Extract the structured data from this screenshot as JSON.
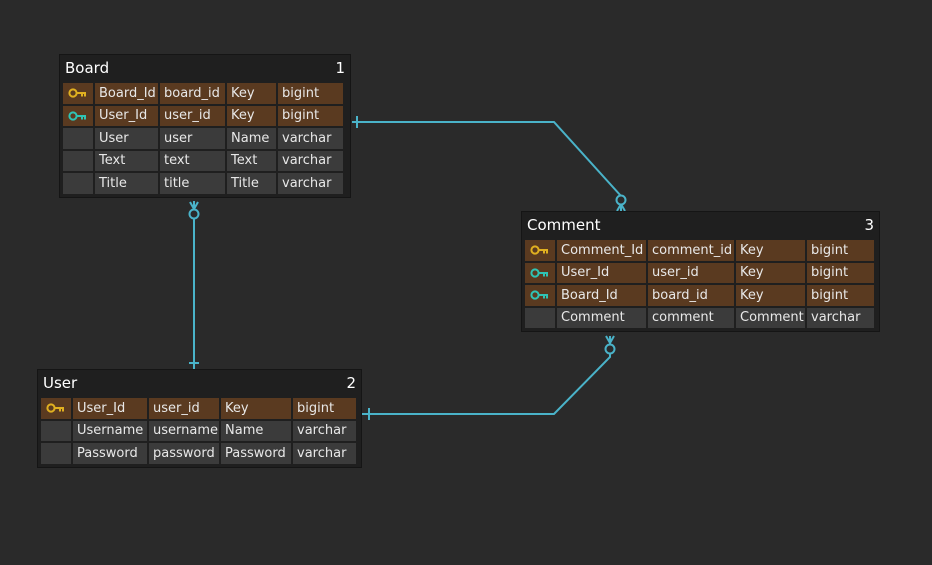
{
  "colors": {
    "background": "#2a2a2a",
    "link": "#4ab3c9",
    "primary_key": "#e0b020",
    "foreign_key": "#2fc4b5",
    "key_row": "#5a3a20",
    "normal_row": "#3b3b3b"
  },
  "entities": [
    {
      "id": "board",
      "name": "Board",
      "number": "1",
      "rows": [
        {
          "key": "primary",
          "icon": "key-icon",
          "name": "Board_Id",
          "column": "board_id",
          "label": "Key",
          "type": "bigint"
        },
        {
          "key": "foreign",
          "icon": "key-icon",
          "name": "User_Id",
          "column": "user_id",
          "label": "Key",
          "type": "bigint"
        },
        {
          "key": "",
          "icon": "",
          "name": "User",
          "column": "user",
          "label": "Name",
          "type": "varchar"
        },
        {
          "key": "",
          "icon": "",
          "name": "Text",
          "column": "text",
          "label": "Text",
          "type": "varchar"
        },
        {
          "key": "",
          "icon": "",
          "name": "Title",
          "column": "title",
          "label": "Title",
          "type": "varchar"
        }
      ]
    },
    {
      "id": "user",
      "name": "User",
      "number": "2",
      "rows": [
        {
          "key": "primary",
          "icon": "key-icon",
          "name": "User_Id",
          "column": "user_id",
          "label": "Key",
          "type": "bigint"
        },
        {
          "key": "",
          "icon": "",
          "name": "Username",
          "column": "username",
          "label": "Name",
          "type": "varchar"
        },
        {
          "key": "",
          "icon": "",
          "name": "Password",
          "column": "password",
          "label": "Password",
          "type": "varchar"
        }
      ]
    },
    {
      "id": "comment",
      "name": "Comment",
      "number": "3",
      "rows": [
        {
          "key": "primary",
          "icon": "key-icon",
          "name": "Comment_Id",
          "column": "comment_id",
          "label": "Key",
          "type": "bigint"
        },
        {
          "key": "foreign",
          "icon": "key-icon",
          "name": "User_Id",
          "column": "user_id",
          "label": "Key",
          "type": "bigint"
        },
        {
          "key": "foreign",
          "icon": "key-icon",
          "name": "Board_Id",
          "column": "board_id",
          "label": "Key",
          "type": "bigint"
        },
        {
          "key": "",
          "icon": "",
          "name": "Comment",
          "column": "comment",
          "label": "Comment",
          "type": "varchar"
        }
      ]
    }
  ]
}
